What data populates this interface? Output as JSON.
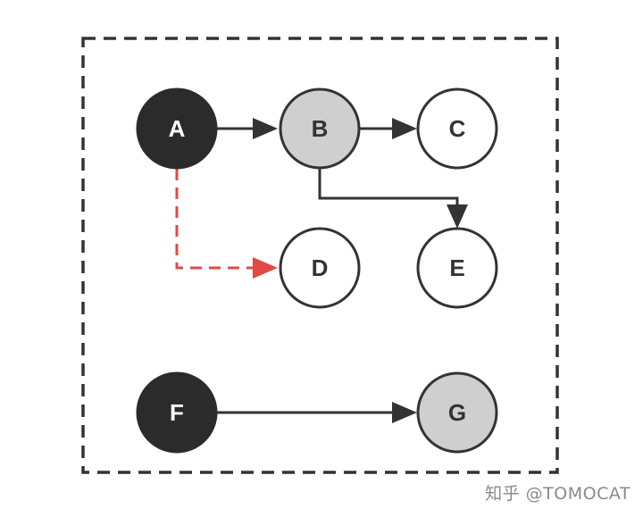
{
  "diagram": {
    "nodes": [
      {
        "id": "A",
        "label": "A",
        "fill": "#2b2b2b",
        "text_color": "#ffffff"
      },
      {
        "id": "B",
        "label": "B",
        "fill": "#cfcfcf",
        "text_color": "#333333"
      },
      {
        "id": "C",
        "label": "C",
        "fill": "#ffffff",
        "text_color": "#333333"
      },
      {
        "id": "D",
        "label": "D",
        "fill": "#ffffff",
        "text_color": "#333333"
      },
      {
        "id": "E",
        "label": "E",
        "fill": "#ffffff",
        "text_color": "#333333"
      },
      {
        "id": "F",
        "label": "F",
        "fill": "#2b2b2b",
        "text_color": "#ffffff"
      },
      {
        "id": "G",
        "label": "G",
        "fill": "#cfcfcf",
        "text_color": "#333333"
      }
    ],
    "edges": [
      {
        "from": "A",
        "to": "B",
        "style": "solid",
        "color": "#333333"
      },
      {
        "from": "B",
        "to": "C",
        "style": "solid",
        "color": "#333333"
      },
      {
        "from": "B",
        "to": "E",
        "style": "solid",
        "color": "#333333"
      },
      {
        "from": "A",
        "to": "D",
        "style": "dashed",
        "color": "#e04a44"
      },
      {
        "from": "F",
        "to": "G",
        "style": "solid",
        "color": "#333333"
      }
    ]
  },
  "watermark": "知乎 @TOMOCAT"
}
